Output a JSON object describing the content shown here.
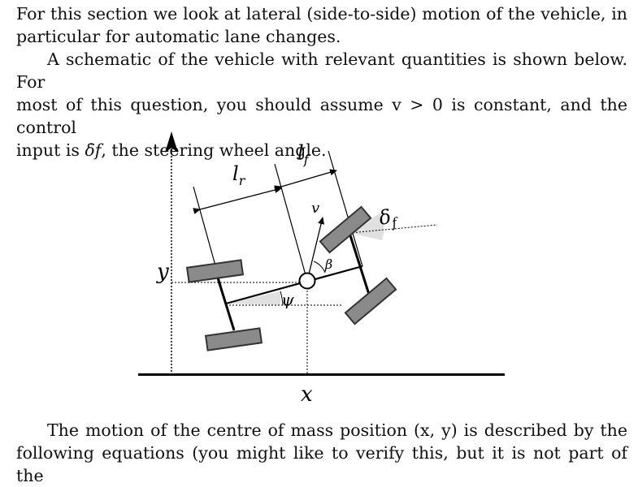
{
  "para1": {
    "line1": "For this section we look at lateral (side-to-side) motion of the vehicle, in",
    "line2": "particular for automatic lane changes."
  },
  "para2": {
    "line1": "A schematic of the vehicle with relevant quantities is shown below. For",
    "line2": "most of this question, you should assume v > 0 is constant, and the control",
    "line3_prefix": "input is ",
    "line3_math": "δ̇f",
    "line3_suffix": ", the steering wheel angle."
  },
  "figure": {
    "labels": {
      "l_r": "l",
      "l_r_sub": "r",
      "l_f": "l",
      "l_f_sub": "f",
      "v": "v",
      "delta_f": "δ",
      "delta_f_sub": "f",
      "beta": "β",
      "psi": "ψ",
      "y": "y",
      "x": "x"
    }
  },
  "para3": {
    "line1": "The motion of the centre of mass position (x, y) is described by the",
    "line2": "following equations (you might like to verify this, but it is not part of the"
  }
}
